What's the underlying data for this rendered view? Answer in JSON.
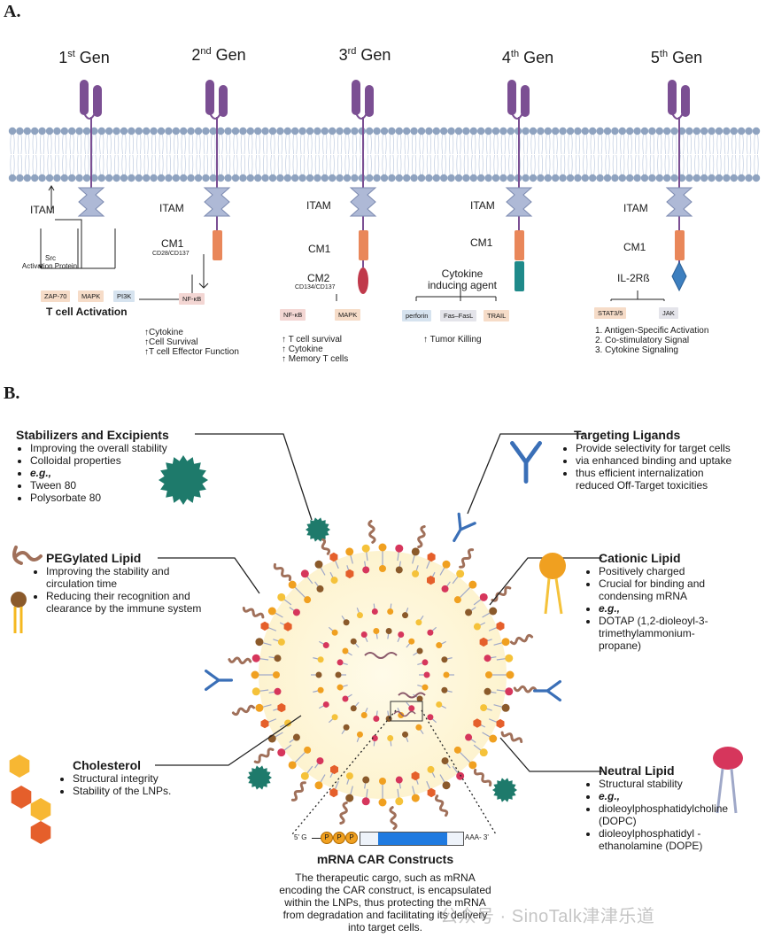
{
  "panelA": {
    "label": "A.",
    "gens": [
      {
        "num": "1",
        "sup": "st",
        "word": "Gen"
      },
      {
        "num": "2",
        "sup": "nd",
        "word": "Gen"
      },
      {
        "num": "3",
        "sup": "rd",
        "word": "Gen"
      },
      {
        "num": "4",
        "sup": "th",
        "word": "Gen"
      },
      {
        "num": "5",
        "sup": "th",
        "word": "Gen"
      }
    ],
    "g1": {
      "itam": "ITAM",
      "src": "Src",
      "activation_protein": "Activation Protein",
      "chips": [
        "ZAP-70",
        "MAPK",
        "PI3K"
      ],
      "result": "T cell Activation"
    },
    "g2": {
      "itam": "ITAM",
      "cm1": "CM1",
      "cm1_sub": "CD28/CD137",
      "chip": "NF-κB",
      "outcomes": [
        "↑Cytokine",
        "↑Cell Survival",
        "↑T cell Effector Function"
      ]
    },
    "g3": {
      "itam": "ITAM",
      "cm1": "CM1",
      "cm2": "CM2",
      "cm2_sub": "CD134/CD137",
      "chips": [
        "NF-κB",
        "MAPK"
      ],
      "outcomes": [
        "↑ T cell survival",
        "↑ Cytokine",
        "↑ Memory T cells"
      ]
    },
    "g4": {
      "itam": "ITAM",
      "cm1": "CM1",
      "agent1": "Cytokine",
      "agent2": "inducing agent",
      "chips": [
        "perforin",
        "Fas–FasL",
        "TRAIL"
      ],
      "outcome": "↑ Tumor Killing"
    },
    "g5": {
      "itam": "ITAM",
      "cm1": "CM1",
      "il2": "IL-2Rß",
      "chips": [
        "STAT3/5",
        "JAK"
      ],
      "outcomes": [
        "1.  Antigen-Specific Activation",
        "2.  Co-stimulatory Signal",
        "3.  Cytokine Signaling"
      ]
    }
  },
  "panelB": {
    "label": "B.",
    "stabilizers": {
      "title": "Stabilizers and Excipients",
      "items": [
        "Improving the overall stability",
        "Colloidal properties",
        "e.g.,",
        "Tween 80",
        "Polysorbate 80"
      ]
    },
    "targeting": {
      "title": "Targeting Ligands",
      "items": [
        "Provide selectivity for target cells",
        "via enhanced binding and uptake",
        "thus efficient internalization",
        "reduced Off-Target toxicities"
      ]
    },
    "peg": {
      "title": "PEGylated Lipid",
      "items": [
        "Improving the stability and circulation time",
        "Reducing their recognition and clearance by the immune system"
      ]
    },
    "cationic": {
      "title": "Cationic Lipid",
      "items": [
        "Positively charged",
        "Crucial for  binding and condensing mRNA",
        "e.g.,",
        "DOTAP (1,2-dioleoyl-3-trimethylammonium-propane)"
      ]
    },
    "cholesterol": {
      "title": "Cholesterol",
      "items": [
        "Structural integrity",
        "Stability of the LNPs."
      ]
    },
    "neutral": {
      "title": "Neutral Lipid",
      "items": [
        "Structural stability",
        "e.g.,",
        "dioleoylphosphatidylcholine (DOPC)",
        "dioleoylphosphatidyl -ethanolamine (DOPE)"
      ]
    },
    "mrna": {
      "five": "5' G",
      "p": "P",
      "three": "AAA- 3'",
      "title": "mRNA CAR Constructs",
      "desc": "The therapeutic cargo, such as mRNA encoding the CAR construct, is encapsulated within the LNPs, thus protecting the mRNA from degradation and facilitating its delivery into target cells."
    },
    "watermark": "公众号 · SinoTalk津津乐道"
  },
  "colors": {
    "receptor": "#7b4f93",
    "membrane_head": "#8fa3c0",
    "itam": "#aeb9d6",
    "cm1": "#e9875a",
    "cm2": "#c0394b",
    "agent": "#1f8a8a",
    "il2": "#3d7fbf",
    "teal": "#1e7a6b",
    "lipid_orange": "#f0a020",
    "lipid_yellow": "#f5c23a",
    "brown": "#8b5a2b",
    "pink": "#d6365c",
    "antibody": "#3a6fb7"
  }
}
